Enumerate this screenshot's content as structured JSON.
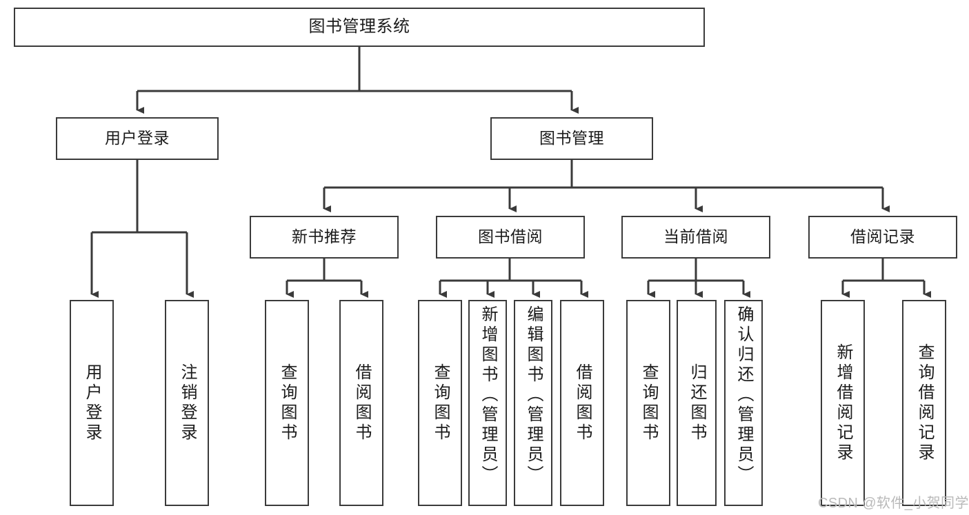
{
  "diagram": {
    "type": "tree-hierarchy",
    "title": "图书管理系统",
    "orientation": "top-down",
    "colors": {
      "box_border": "#3a3a3a",
      "box_fill": "#ffffff",
      "connector": "#3a3a3a",
      "text": "#1b1b1b",
      "watermark": "#b9b9b9",
      "background": "#ffffff"
    },
    "watermark": "CSDN @软件_小贺同学",
    "nodes": {
      "root": {
        "label": "图书管理系统"
      },
      "level2": [
        {
          "label": "用户登录"
        },
        {
          "label": "图书管理"
        }
      ],
      "level3": [
        {
          "label": "新书推荐"
        },
        {
          "label": "图书借阅"
        },
        {
          "label": "当前借阅"
        },
        {
          "label": "借阅记录"
        }
      ],
      "leaves": {
        "user_login": [
          {
            "label": "用户登录"
          },
          {
            "label": "注销登录"
          }
        ],
        "new_book_recommend": [
          {
            "label": "查询图书"
          },
          {
            "label": "借阅图书"
          }
        ],
        "book_borrow": [
          {
            "label": "查询图书"
          },
          {
            "label": "新增图书（管理员）"
          },
          {
            "label": "编辑图书（管理员）"
          },
          {
            "label": "借阅图书"
          }
        ],
        "current_borrow": [
          {
            "label": "查询图书"
          },
          {
            "label": "归还图书"
          },
          {
            "label": "确认归还（管理员）"
          }
        ],
        "borrow_record": [
          {
            "label": "新增借阅记录"
          },
          {
            "label": "查询借阅记录"
          }
        ]
      }
    }
  }
}
